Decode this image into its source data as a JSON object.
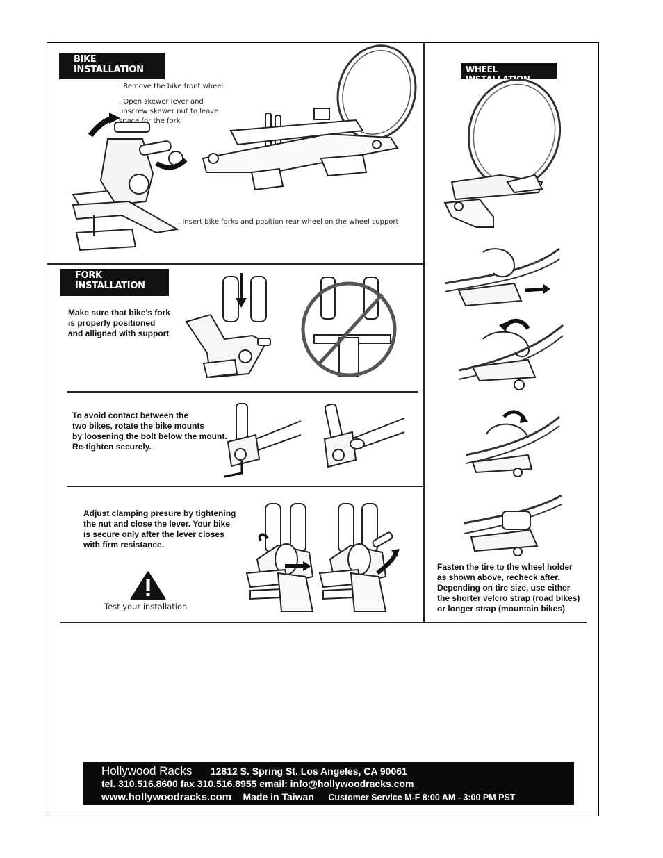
{
  "bike_installation": {
    "header": "BIKE INSTALLATION",
    "step1": ". Remove the bike front wheel",
    "step2": ". Open skewer lever and\nunscrew skewer nut to leave\nspace for the fork",
    "step3": ". Insert bike forks and position rear wheel on the wheel support"
  },
  "fork_installation": {
    "header": "FORK INSTALLATION",
    "text1": "Make sure that bike's fork\nis properly positioned\nand alligned with support",
    "text2": "To avoid contact between the\ntwo bikes, rotate the bike mounts\nby loosening the bolt below the mount.\nRe-tighten securely.",
    "text3": "Adjust clamping presure by tightening\nthe nut and close the lever.  Your bike\nis secure only after the lever closes\nwith firm resistance.",
    "warning": "Test your installation"
  },
  "wheel_installation": {
    "header": "WHEEL INSTALLATION",
    "text": "Fasten the tire to the wheel holder\nas shown above, recheck after.\nDepending on tire size, use either\nthe shorter velcro strap (road bikes)\nor longer strap (mountain bikes)"
  },
  "footer": {
    "company": "Hollywood Racks",
    "address": "12812 S. Spring St.  Los Angeles, CA 90061",
    "contact": "tel. 310.516.8600   fax 310.516.8955  email: info@hollywoodracks.com",
    "website": "www.hollywoodracks.com",
    "made_in": "Made in Taiwan",
    "service": "Customer Service M-F 8:00 AM - 3:00 PM PST"
  }
}
